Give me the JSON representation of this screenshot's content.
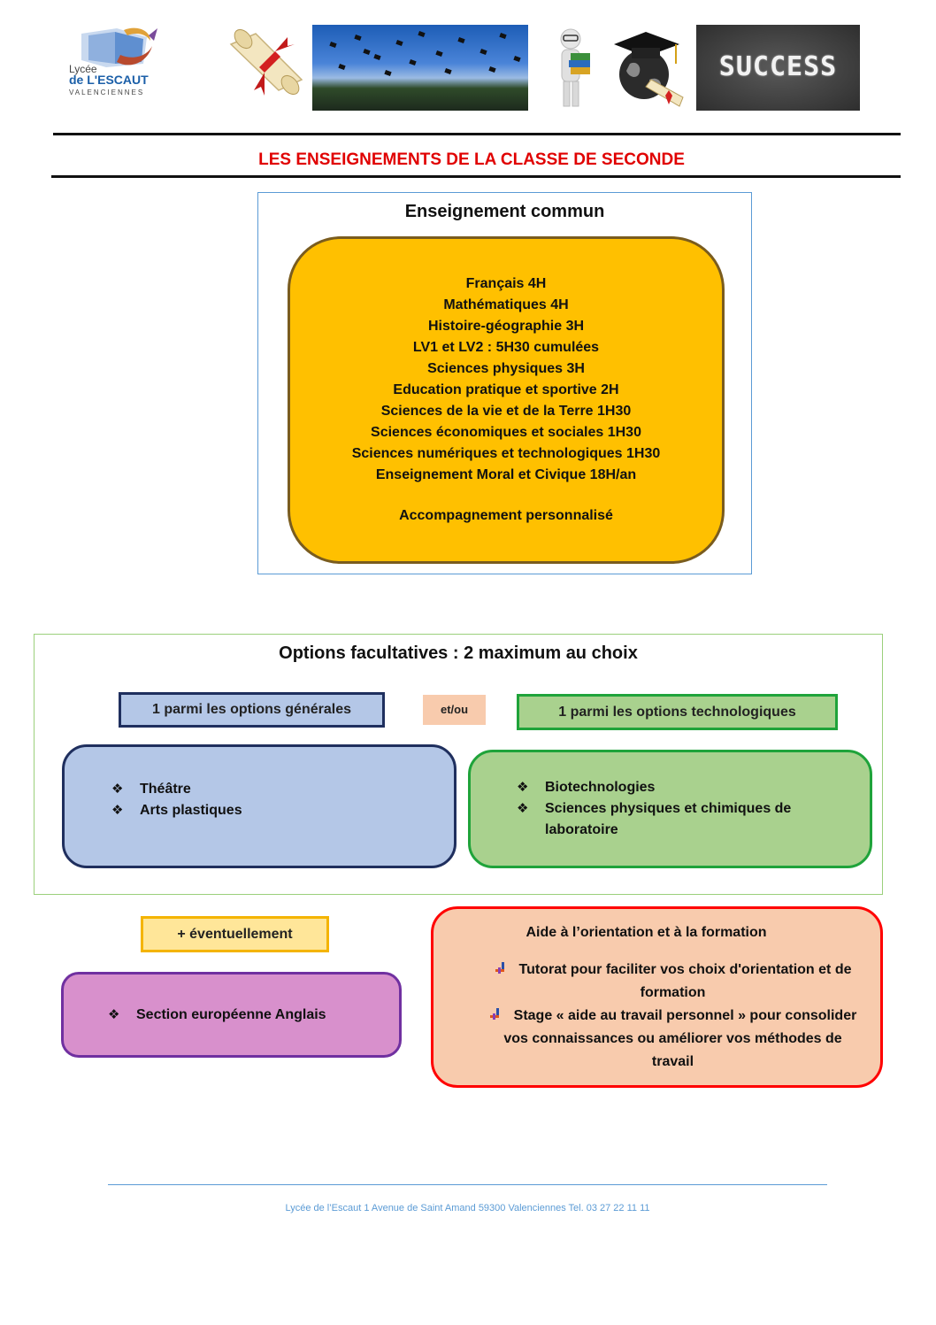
{
  "header": {
    "logo": {
      "line1": "Lycée",
      "line2": "de L'ESCAUT",
      "line3": "VALENCIENNES"
    },
    "success_text": "SUCCESS"
  },
  "title": "LES ENSEIGNEMENTS DE LA CLASSE DE SECONDE",
  "common": {
    "heading": "Enseignement commun",
    "items": [
      "Français 4H",
      "Mathématiques 4H",
      "Histoire-géographie 3H",
      "LV1 et LV2 : 5H30 cumulées",
      "Sciences physiques 3H",
      "Education pratique et sportive 2H",
      "Sciences de la vie et de la Terre 1H30",
      "Sciences économiques et sociales 1H30",
      "Sciences numériques et technologiques 1H30",
      "Enseignement Moral et Civique 18H/an"
    ],
    "extra": "Accompagnement personnalisé"
  },
  "options": {
    "heading": "Options facultatives : 2 maximum au choix",
    "general_label": "1 parmi les options générales",
    "connector": "et/ou",
    "tech_label": "1 parmi les options technologiques",
    "general_items": [
      "Théâtre",
      "Arts plastiques"
    ],
    "tech_items": [
      "Biotechnologies",
      "Sciences physiques et chimiques de laboratoire"
    ]
  },
  "eventually": {
    "label": "+ éventuellement",
    "items": [
      "Section européenne Anglais"
    ]
  },
  "aide": {
    "heading": "Aide à l’orientation et à la formation",
    "item1": "Tutorat pour faciliter vos choix d'orientation et de formation",
    "item2": "Stage « aide au travail personnel » pour consolider vos connaissances ou améliorer vos méthodes de travail"
  },
  "footer": "Lycée de l’Escaut 1 Avenue de Saint Amand 59300 Valenciennes Tel. 03 27 22 11 11",
  "colors": {
    "title": "#e00000",
    "common_box": "#ffc000",
    "general_box": "#b4c7e7",
    "tech_box": "#a9d18e",
    "euro_box": "#d890cc",
    "aide_box": "#f8cbad"
  }
}
